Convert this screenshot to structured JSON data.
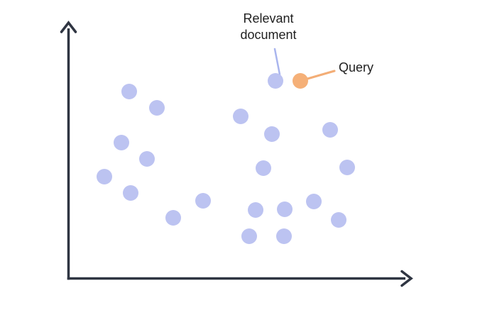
{
  "colors": {
    "background": "#ffffff",
    "document_dot": "#bcc3f1",
    "query_dot": "#f5b078",
    "axis": "#2f3542",
    "relevant_leader": "#a9b5ee",
    "query_leader": "#f3ad76",
    "label_text": "#1f1f1f"
  },
  "chart_data": {
    "type": "scatter",
    "title": "",
    "xlabel": "",
    "ylabel": "",
    "grid": false,
    "legend": false,
    "note": "Conceptual embedding-space scatter plot; axes unlabeled, coordinates in screen pixels (y down)",
    "axes": {
      "color": "#2f3542",
      "stroke_width": 3.5,
      "origin": [
        96.5,
        392.5
      ],
      "x_axis": {
        "from": [
          94.75,
          392.5
        ],
        "to": [
          571,
          392.5
        ],
        "arrow_tip": [
          579,
          392.5
        ]
      },
      "y_axis": {
        "from": [
          96.5,
          394.25
        ],
        "to": [
          96.5,
          40
        ],
        "arrow_tip": [
          96.5,
          32
        ]
      }
    },
    "series": [
      {
        "name": "documents",
        "color": "#bcc3f1",
        "radius": 11,
        "points": [
          [
            182,
            129
          ],
          [
            221,
            152
          ],
          [
            171,
            201
          ],
          [
            207,
            224
          ],
          [
            147,
            249
          ],
          [
            184,
            272
          ],
          [
            244,
            307
          ],
          [
            286,
            283
          ],
          [
            339,
            164
          ],
          [
            383,
            189
          ],
          [
            371,
            237
          ],
          [
            360,
            296
          ],
          [
            401,
            295
          ],
          [
            351,
            333
          ],
          [
            400,
            333
          ],
          [
            442,
            284
          ],
          [
            465,
            183
          ],
          [
            477,
            310
          ],
          [
            489,
            236
          ]
        ]
      },
      {
        "name": "relevant-document",
        "color": "#bcc3f1",
        "radius": 11,
        "points": [
          [
            388,
            114
          ]
        ]
      },
      {
        "name": "query",
        "color": "#f5b078",
        "radius": 11,
        "points": [
          [
            423,
            114
          ]
        ]
      }
    ],
    "annotations": [
      {
        "label": "Relevant document",
        "target_point": [
          388,
          114
        ],
        "line_from": [
          387,
          69
        ],
        "line_to": [
          394,
          105
        ],
        "line_color": "#a9b5ee",
        "line_width": 2.5
      },
      {
        "label": "Query",
        "target_point": [
          423,
          114
        ],
        "line_from": [
          433,
          111
        ],
        "line_to": [
          471,
          100
        ],
        "line_color": "#f3ad76",
        "line_width": 3
      }
    ]
  }
}
